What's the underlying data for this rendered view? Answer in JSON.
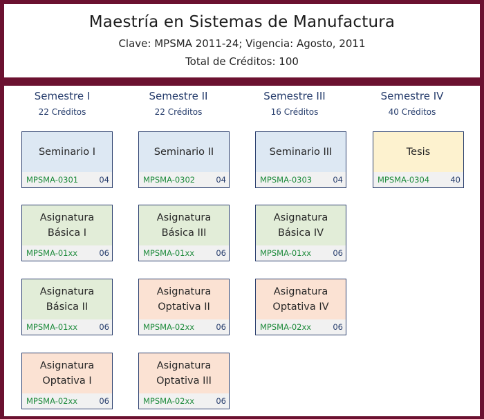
{
  "header": {
    "title": "Maestría en Sistemas de Manufactura",
    "clave": "Clave: MPSMA 2011-24; Vigencia: Agosto, 2011",
    "total": "Total de Créditos: 100"
  },
  "semesters": [
    {
      "name": "Semestre I",
      "credits": "22 Créditos"
    },
    {
      "name": "Semestre II",
      "credits": "22 Créditos"
    },
    {
      "name": "Semestre III",
      "credits": "16 Créditos"
    },
    {
      "name": "Semestre IV",
      "credits": "40 Créditos"
    }
  ],
  "courses": {
    "s1": [
      {
        "title": "Seminario I",
        "code": "MPSMA-0301",
        "credits": "04",
        "color": "#dde8f3"
      },
      {
        "title": "Asignatura Básica I",
        "code": "MPSMA-01xx",
        "credits": "06",
        "color": "#e2edd8"
      },
      {
        "title": "Asignatura Básica II",
        "code": "MPSMA-01xx",
        "credits": "06",
        "color": "#e2edd8"
      },
      {
        "title": "Asignatura Optativa I",
        "code": "MPSMA-02xx",
        "credits": "06",
        "color": "#fbe2d3"
      }
    ],
    "s2": [
      {
        "title": "Seminario II",
        "code": "MPSMA-0302",
        "credits": "04",
        "color": "#dde8f3"
      },
      {
        "title": "Asignatura Básica III",
        "code": "MPSMA-01xx",
        "credits": "06",
        "color": "#e2edd8"
      },
      {
        "title": "Asignatura Optativa II",
        "code": "MPSMA-02xx",
        "credits": "06",
        "color": "#fbe2d3"
      },
      {
        "title": "Asignatura Optativa III",
        "code": "MPSMA-02xx",
        "credits": "06",
        "color": "#fbe2d3"
      }
    ],
    "s3": [
      {
        "title": "Seminario III",
        "code": "MPSMA-0303",
        "credits": "04",
        "color": "#dde8f3"
      },
      {
        "title": "Asignatura Básica IV",
        "code": "MPSMA-01xx",
        "credits": "06",
        "color": "#e2edd8"
      },
      {
        "title": "Asignatura Optativa IV",
        "code": "MPSMA-02xx",
        "credits": "06",
        "color": "#fbe2d3"
      }
    ],
    "s4": [
      {
        "title": "Tesis",
        "code": "MPSMA-0304",
        "credits": "40",
        "color": "#fdf2cf"
      }
    ]
  },
  "colors": {
    "frame": "#6b1130",
    "border": "#2b3f6e",
    "code_text": "#1c8a3a",
    "heading_text": "#243b6b"
  }
}
